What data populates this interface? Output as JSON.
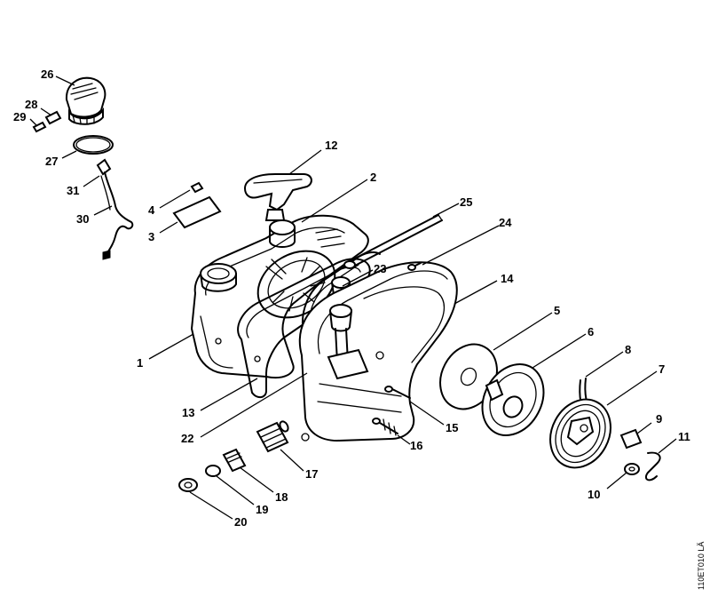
{
  "diagram": {
    "reference_code": "110ET010 LÄ",
    "callouts": [
      "1",
      "2",
      "3",
      "4",
      "5",
      "6",
      "7",
      "8",
      "9",
      "10",
      "11",
      "12",
      "13",
      "14",
      "15",
      "16",
      "17",
      "18",
      "19",
      "20",
      "22",
      "23",
      "24",
      "25",
      "26",
      "27",
      "28",
      "29",
      "30",
      "31"
    ]
  }
}
